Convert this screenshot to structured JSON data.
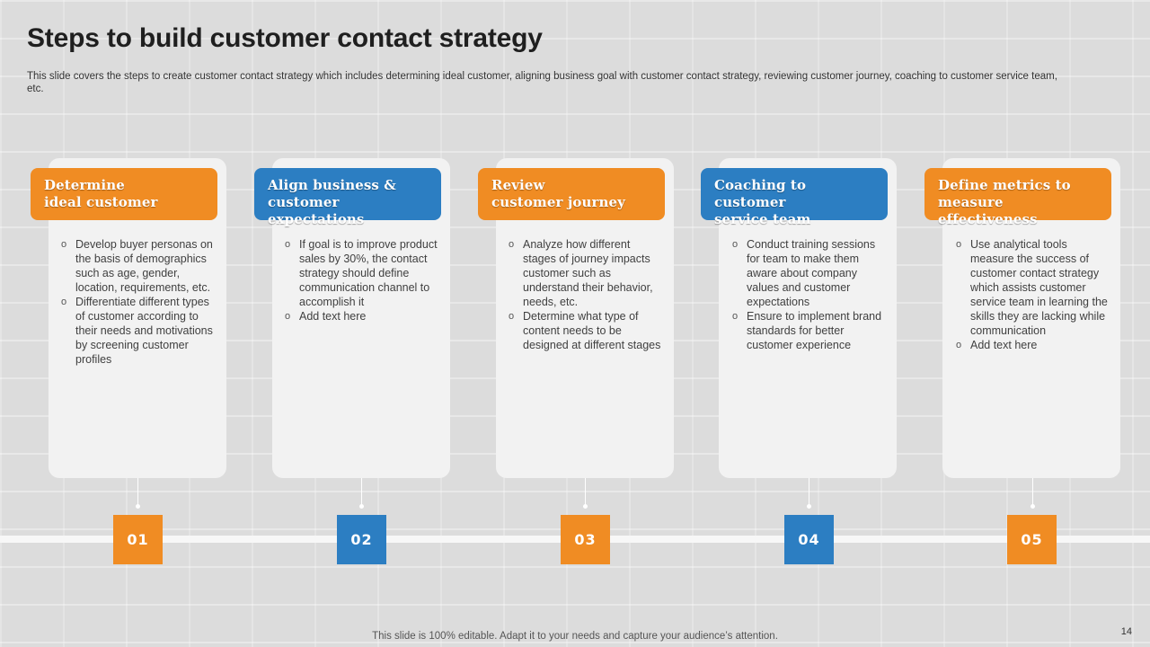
{
  "slide": {
    "title": "Steps to build customer contact strategy",
    "subtitle": "This slide covers the steps to create customer contact strategy which includes determining ideal customer, aligning business goal with customer contact strategy, reviewing customer journey, coaching to customer service team, etc.",
    "footer": "This slide is 100% editable. Adapt it to your needs and capture your audience’s attention.",
    "page_number": "14"
  },
  "colors": {
    "orange": "#f08c23",
    "blue": "#2c7ec2"
  },
  "steps": [
    {
      "number": "01",
      "color": "orange",
      "heading_line1": "Determine",
      "heading_line2": "ideal customer",
      "bullets": [
        "Develop buyer personas on the basis of demographics such as age, gender, location, requirements, etc.",
        "Differentiate different types of customer according to their needs and motivations by screening customer profiles"
      ]
    },
    {
      "number": "02",
      "color": "blue",
      "heading_line1": "Align business &",
      "heading_line2": "customer expectations",
      "bullets": [
        "If goal is to improve product sales by 30%, the contact strategy should define communication channel to accomplish it",
        "Add text here"
      ]
    },
    {
      "number": "03",
      "color": "orange",
      "heading_line1": "Review",
      "heading_line2": "customer journey",
      "bullets": [
        "Analyze how different stages of journey impacts customer such as understand their behavior, needs, etc.",
        "Determine what type of content needs to be designed at different stages"
      ]
    },
    {
      "number": "04",
      "color": "blue",
      "heading_line1": "Coaching to customer",
      "heading_line2": "service team",
      "bullets": [
        "Conduct training sessions for team to make them aware about company values and customer expectations",
        "Ensure to implement brand standards for better customer experience"
      ]
    },
    {
      "number": "05",
      "color": "orange",
      "heading_line1": "Define metrics to",
      "heading_line2": "measure effectiveness",
      "bullets": [
        "Use analytical tools measure the success of customer contact strategy which assists customer service team in learning the skills they are lacking while communication",
        "Add text here"
      ]
    }
  ]
}
